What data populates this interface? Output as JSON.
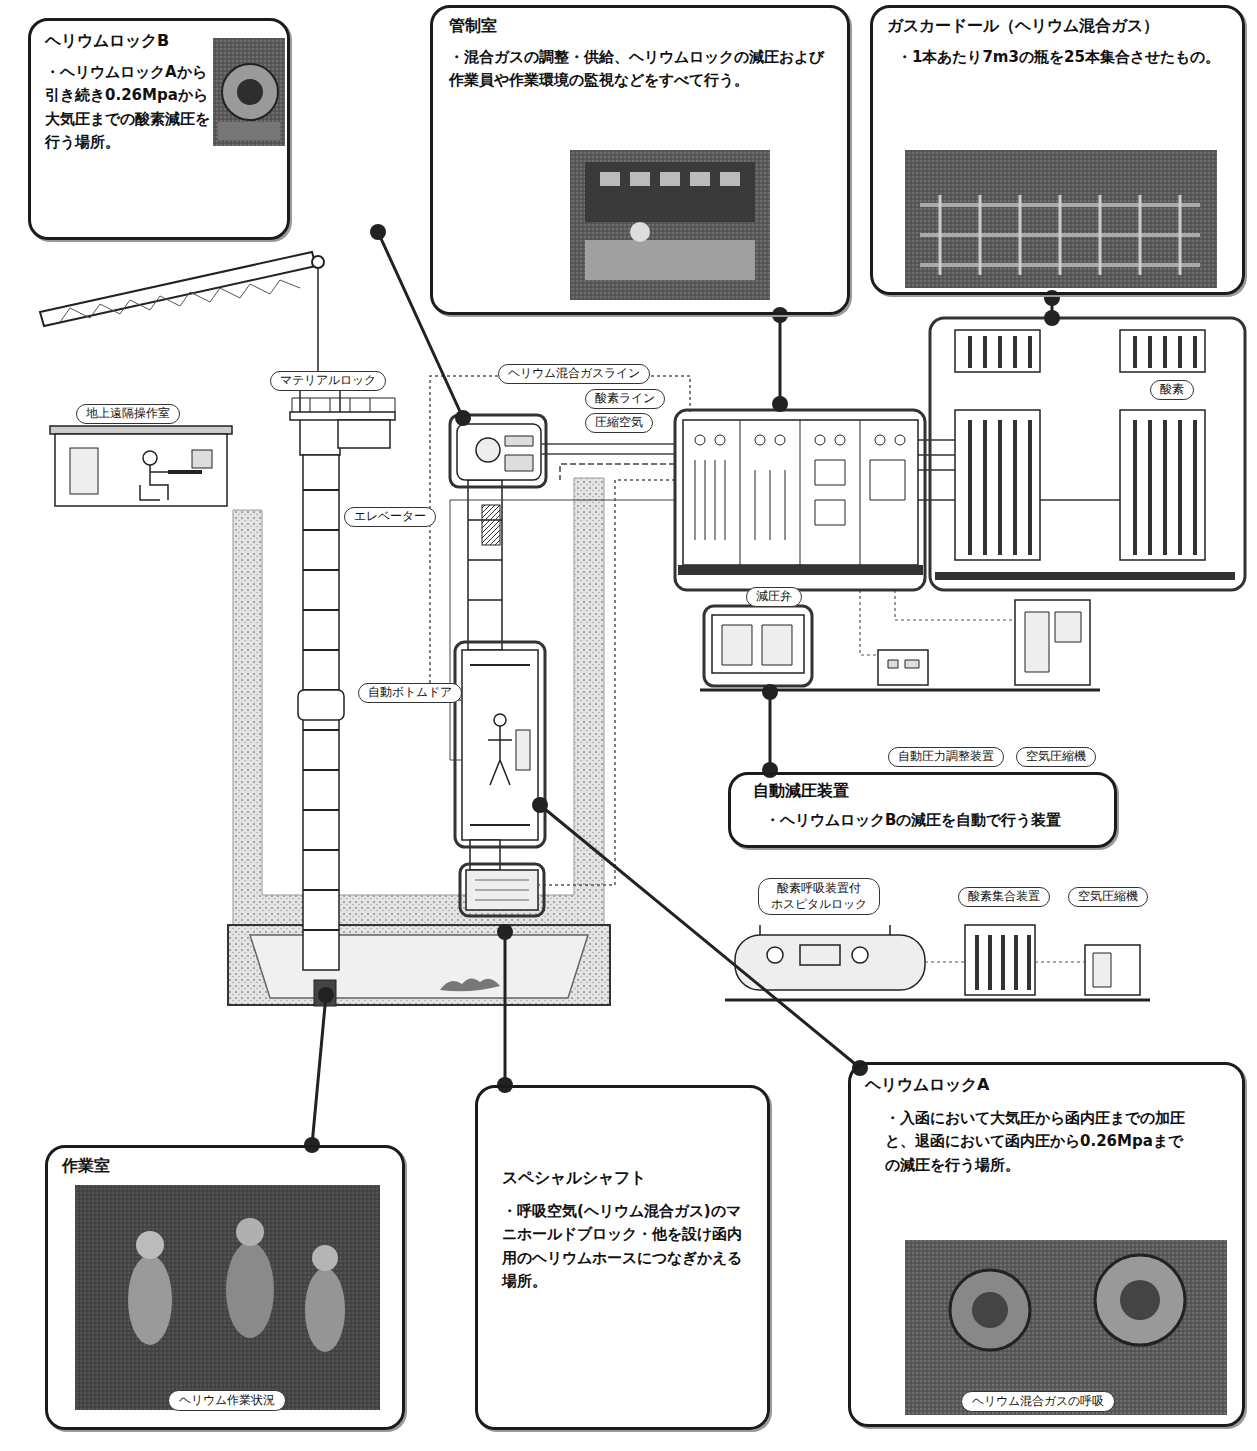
{
  "diagram": {
    "nodes": [
      {
        "text": [
          "ヘリウムロックB",
          "・ヘリウムロックAから引き続き0.26Mpaから大気圧までの酸素減圧を行う場所。"
        ]
      },
      {
        "text": [
          "管制室",
          "・混合ガスの調整・供給、ヘリウムロックの減圧および作業員や作業環境の監視などをすべて行う。"
        ]
      },
      {
        "text": [
          "ガスカードール（ヘリウム混合ガス）",
          "・1本あたり7m3の瓶を25本集合させたもの。"
        ]
      },
      {
        "text": [
          "ヘリウム混合ガスライン"
        ]
      },
      {
        "text": [
          "マテリアルロック"
        ]
      },
      {
        "text": [
          "地上遠隔操作室"
        ]
      },
      {
        "text": [
          "酸素ライン"
        ]
      },
      {
        "text": [
          "圧縮空気"
        ]
      },
      {
        "text": [
          "酸素"
        ]
      },
      {
        "text": [
          "エレベーター"
        ]
      },
      {
        "text": [
          "減圧弁"
        ]
      },
      {
        "text": [
          "自動ボトムドア"
        ]
      },
      {
        "text": [
          "自動圧力調整装置"
        ]
      },
      {
        "text": [
          "空気圧縮機"
        ]
      },
      {
        "text": [
          "自動減圧装置",
          "・ヘリウムロックBの減圧を自動で行う装置"
        ]
      },
      {
        "text": [
          "酸素呼吸装置付 ホスピタルロック"
        ]
      },
      {
        "text": [
          "酸素集合装置"
        ]
      },
      {
        "text": [
          "空気圧縮機"
        ]
      },
      {
        "text": [
          "ヘリウムロックA",
          "・入函において大気圧から函内圧までの加圧と、退函において函内圧から0.26Mpaまでの減圧を行う場所。",
          "ヘリウム混合ガスの呼吸"
        ]
      },
      {
        "text": [
          "作業室",
          "ヘリウム作業状況"
        ]
      },
      {
        "text": [
          "スペシャルシャフト",
          "・呼吸空気(ヘリウム混合ガス)のマニホールドブロック・他を設け函内用のヘリウムホースにつなぎかえる場所。"
        ]
      }
    ]
  }
}
